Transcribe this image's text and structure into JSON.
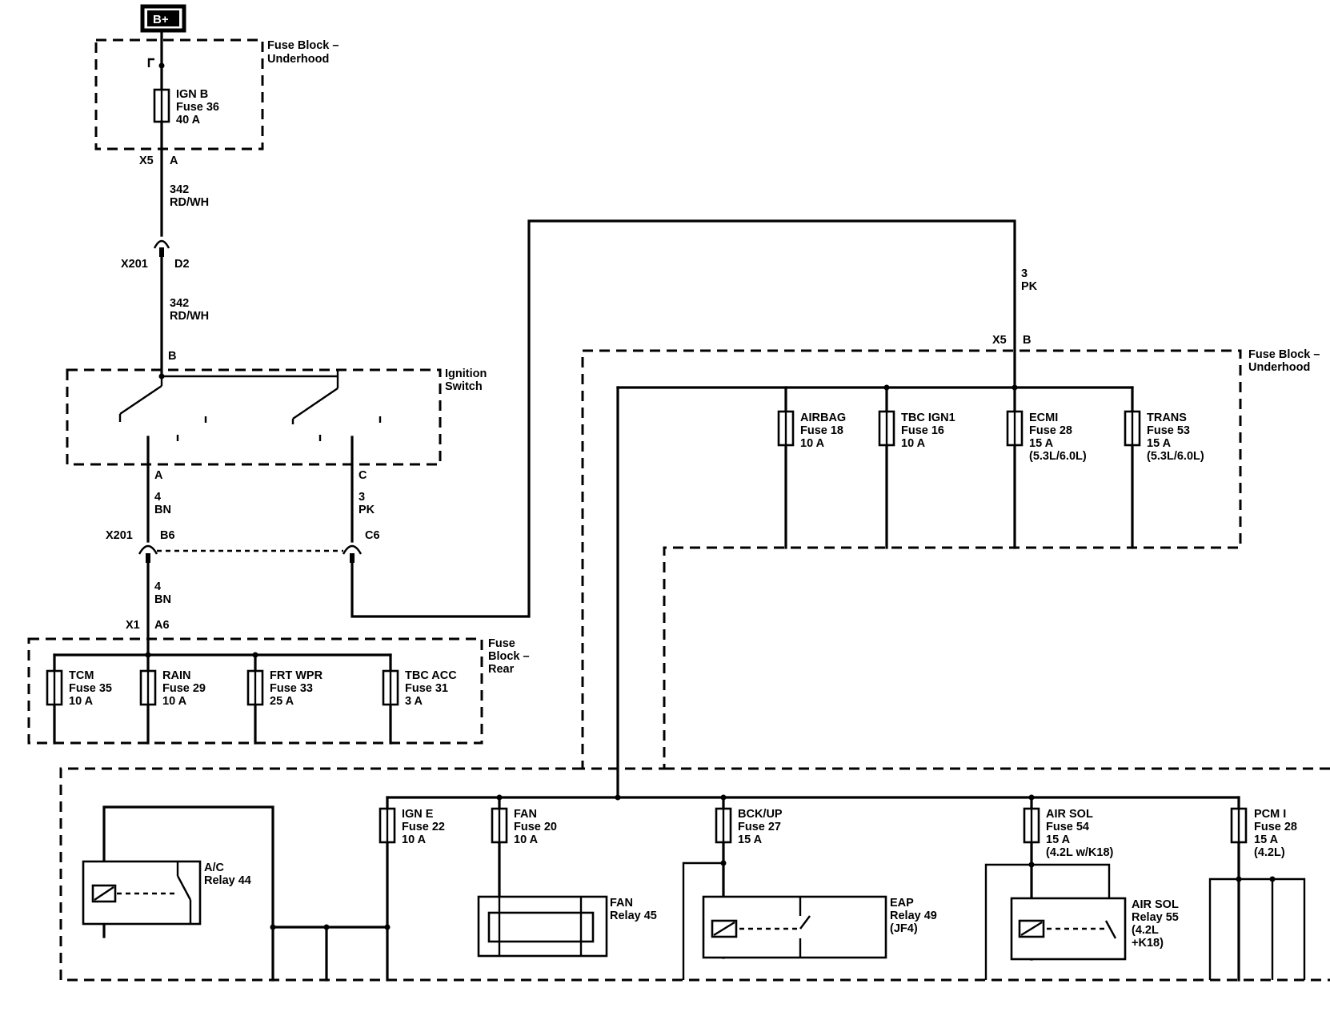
{
  "battery": "B+",
  "blocks": {
    "fuse_block_top": [
      "Fuse Block –",
      "Underhood"
    ],
    "fuse_block_right": [
      "Fuse Block –",
      "Underhood"
    ],
    "ignition_switch": [
      "Ignition",
      "Switch"
    ],
    "fuse_block_rear": [
      "Fuse",
      "Block –",
      "Rear"
    ]
  },
  "connectors": {
    "x5a": [
      "X5",
      "A"
    ],
    "x201_d2": [
      "X201",
      "D2"
    ],
    "sw_b": "B",
    "sw_a": "A",
    "sw_c": "C",
    "x201_b6": [
      "X201",
      "B6"
    ],
    "x201_c6": "C6",
    "x1_a6": [
      "X1",
      "A6"
    ],
    "x5_b": [
      "X5",
      "B"
    ]
  },
  "wires": {
    "w342_a": [
      "342",
      "RD/WH"
    ],
    "w342_b": [
      "342",
      "RD/WH"
    ],
    "w4_a": [
      "4",
      "BN"
    ],
    "w3_a": [
      "3",
      "PK"
    ],
    "w4_b": [
      "4",
      "BN"
    ],
    "w3_b": [
      "3",
      "PK"
    ]
  },
  "fuses": {
    "ign_b": [
      "IGN B",
      "Fuse 36",
      "40 A"
    ],
    "airbag": [
      "AIRBAG",
      "Fuse 18",
      "10 A"
    ],
    "tbc_ign1": [
      "TBC IGN1",
      "Fuse 16",
      "10 A"
    ],
    "ecmi": [
      "ECMI",
      "Fuse 28",
      "15 A",
      "(5.3L/6.0L)"
    ],
    "trans": [
      "TRANS",
      "Fuse 53",
      "15 A",
      "(5.3L/6.0L)"
    ],
    "tcm": [
      "TCM",
      "Fuse 35",
      "10 A"
    ],
    "rain": [
      "RAIN",
      "Fuse 29",
      "10 A"
    ],
    "frt_wpr": [
      "FRT WPR",
      "Fuse 33",
      "25 A"
    ],
    "tbc_acc": [
      "TBC ACC",
      "Fuse 31",
      "3 A"
    ],
    "ign_e": [
      "IGN E",
      "Fuse 22",
      "10 A"
    ],
    "fan": [
      "FAN",
      "Fuse 20",
      "10 A"
    ],
    "bck_up": [
      "BCK/UP",
      "Fuse 27",
      "15 A"
    ],
    "air_sol": [
      "AIR SOL",
      "Fuse 54",
      "15 A",
      "(4.2L w/K18)"
    ],
    "pcm_i": [
      "PCM I",
      "Fuse 28",
      "15 A",
      "(4.2L)"
    ]
  },
  "relays": {
    "ac": [
      "A/C",
      "Relay 44"
    ],
    "fan": [
      "FAN",
      "Relay 45"
    ],
    "eap": [
      "EAP",
      "Relay 49",
      "(JF4)"
    ],
    "air_sol": [
      "AIR SOL",
      "Relay 55",
      "(4.2L",
      "+K18)"
    ]
  }
}
